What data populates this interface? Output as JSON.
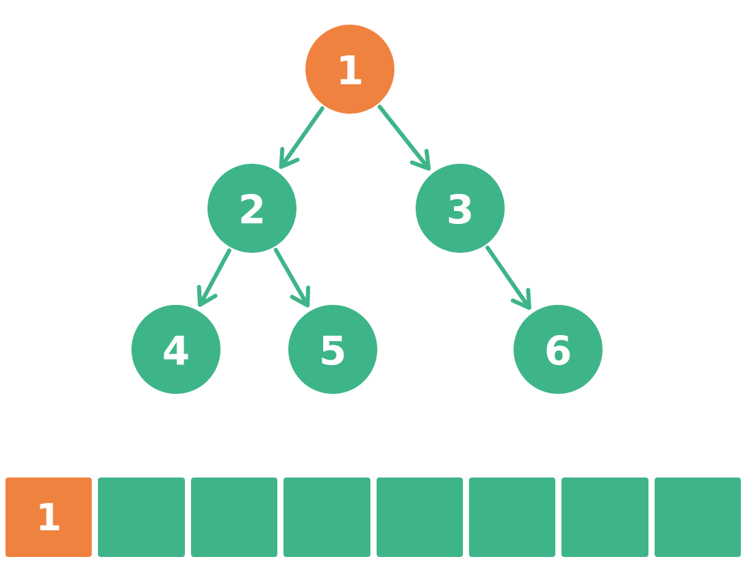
{
  "colors": {
    "active": "#F08240",
    "default": "#3EB589",
    "edge": "#3EB589",
    "text": "#FFFFFF",
    "background": "#FFFFFF"
  },
  "tree": {
    "nodes": [
      {
        "id": "n1",
        "label": "1",
        "state": "active"
      },
      {
        "id": "n2",
        "label": "2",
        "state": "default"
      },
      {
        "id": "n3",
        "label": "3",
        "state": "default"
      },
      {
        "id": "n4",
        "label": "4",
        "state": "default"
      },
      {
        "id": "n5",
        "label": "5",
        "state": "default"
      },
      {
        "id": "n6",
        "label": "6",
        "state": "default"
      }
    ],
    "edges": [
      {
        "from": "n1",
        "to": "n2"
      },
      {
        "from": "n1",
        "to": "n3"
      },
      {
        "from": "n2",
        "to": "n4"
      },
      {
        "from": "n2",
        "to": "n5"
      },
      {
        "from": "n3",
        "to": "n6"
      }
    ]
  },
  "array": {
    "cells": [
      {
        "label": "1",
        "state": "active"
      },
      {
        "label": "",
        "state": "default"
      },
      {
        "label": "",
        "state": "default"
      },
      {
        "label": "",
        "state": "default"
      },
      {
        "label": "",
        "state": "default"
      },
      {
        "label": "",
        "state": "default"
      },
      {
        "label": "",
        "state": "default"
      },
      {
        "label": "",
        "state": "default"
      }
    ]
  }
}
